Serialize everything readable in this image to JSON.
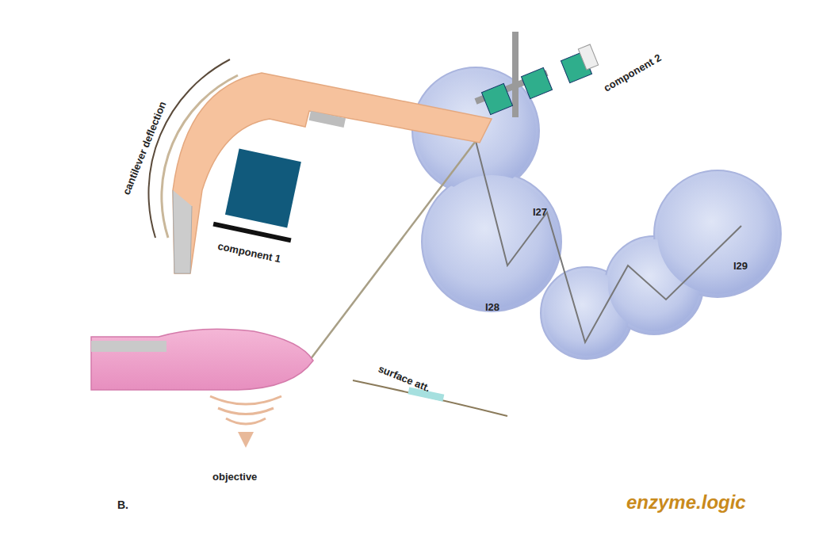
{
  "diagram": {
    "nodes": [
      {
        "text": [
          "component 1"
        ]
      },
      {
        "text": [
          "component 2"
        ]
      }
    ],
    "labels": [
      "cantilever deflection",
      "I27",
      "I28",
      "I29",
      "surface att.",
      "objective",
      "B.",
      "enzyme.logic"
    ]
  }
}
